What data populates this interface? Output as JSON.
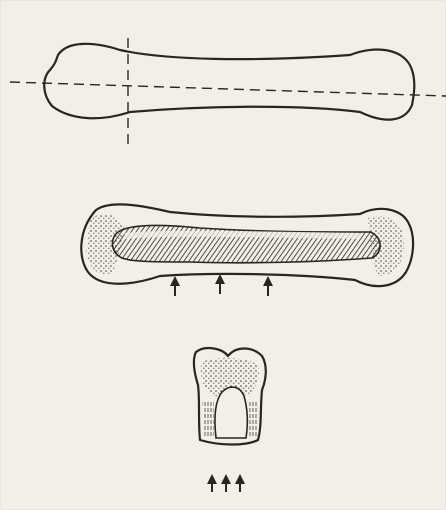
{
  "figure": {
    "description_free": true,
    "colors": {
      "paper": "#f3efe6",
      "ink": "#2b2521",
      "shading": "#3a322c"
    },
    "panels": [
      {
        "name": "long-bone-axes",
        "elements": [
          "bone-outline",
          "longitudinal-axis-dashed",
          "transverse-axis-dashed"
        ]
      },
      {
        "name": "long-bone-section",
        "elements": [
          "bone-outline",
          "medullary-cavity",
          "cancellous-bone-shading",
          "pressure-arrows"
        ],
        "arrow_count": 3
      },
      {
        "name": "short-bone-section",
        "elements": [
          "bone-outline",
          "cavity",
          "cancellous-bone-shading",
          "pressure-arrows"
        ],
        "arrow_count": 3
      }
    ]
  }
}
